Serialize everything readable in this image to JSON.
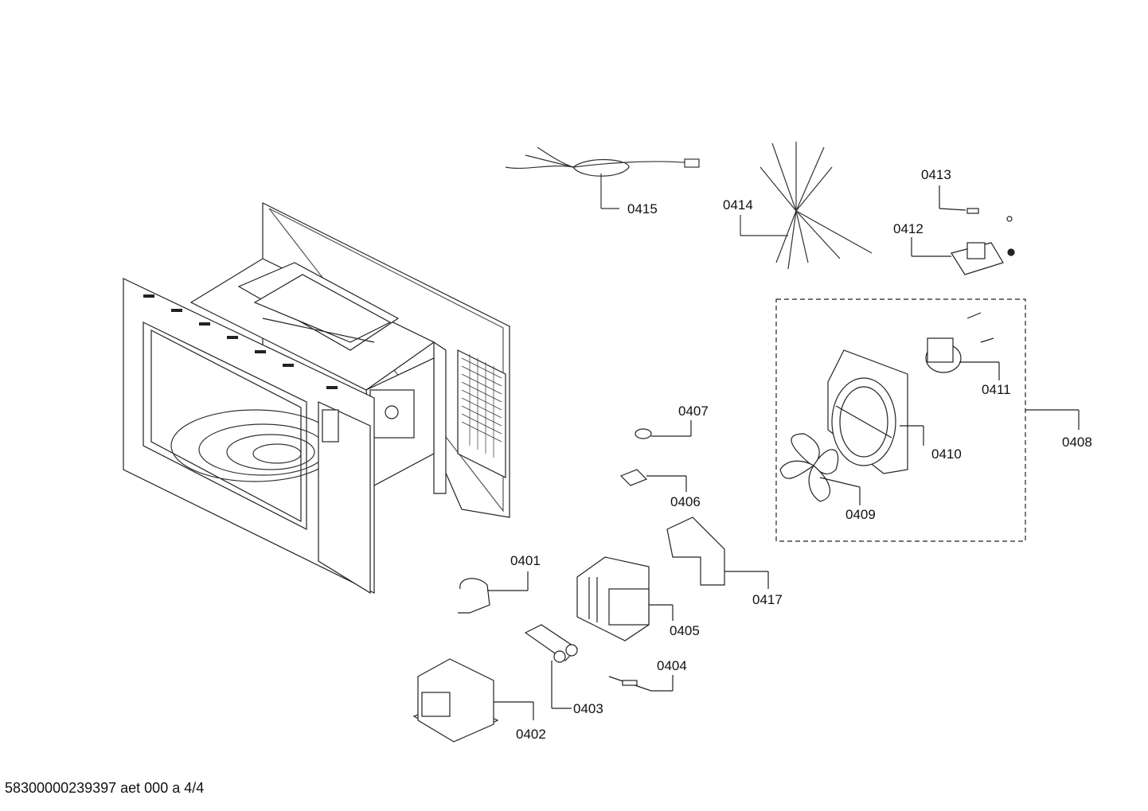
{
  "diagram": {
    "part_labels": {
      "p0401": "0401",
      "p0402": "0402",
      "p0403": "0403",
      "p0404": "0404",
      "p0405": "0405",
      "p0406": "0406",
      "p0407": "0407",
      "p0408": "0408",
      "p0409": "0409",
      "p0410": "0410",
      "p0411": "0411",
      "p0412": "0412",
      "p0413": "0413",
      "p0414": "0414",
      "p0415": "0415",
      "p0417": "0417"
    }
  },
  "footer": {
    "document_code": "58300000239397 aet 000 a 4/4"
  }
}
